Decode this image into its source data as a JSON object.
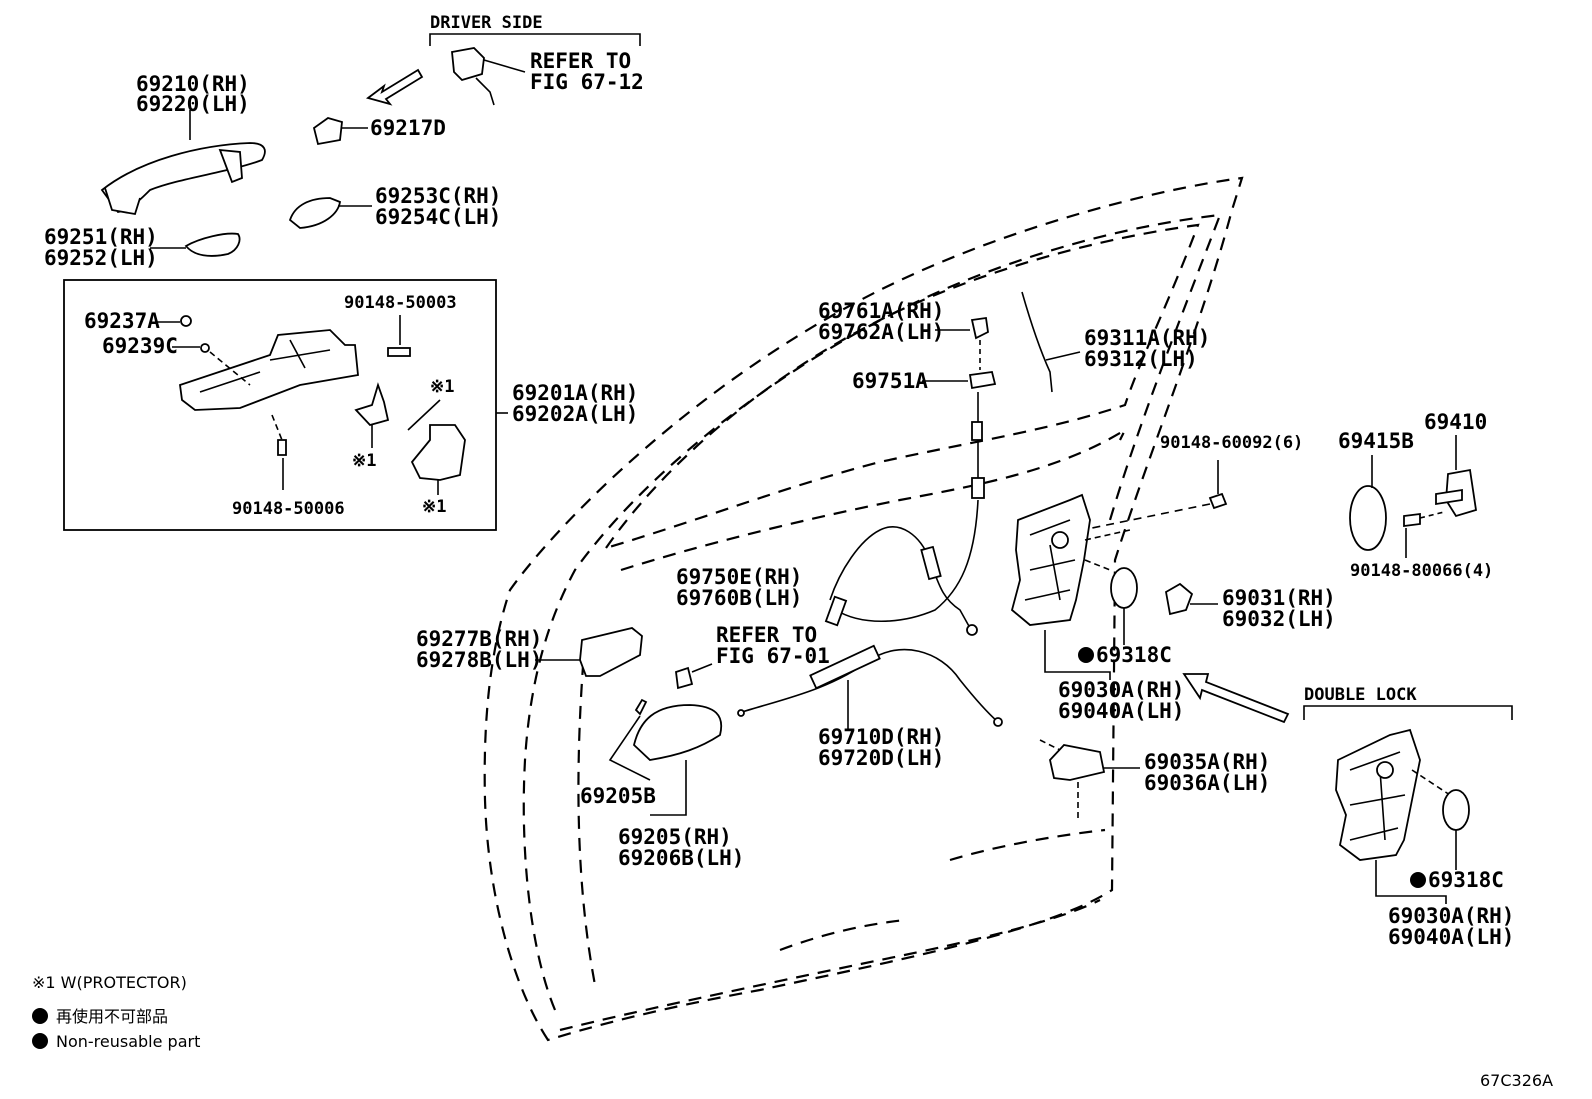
{
  "header": {
    "driver_side": "DRIVER SIDE",
    "refer_to_a": "REFER TO",
    "fig_a": "FIG 67-12",
    "refer_to_b": "REFER TO",
    "fig_b": "FIG 67-01",
    "double_lock": "DOUBLE LOCK"
  },
  "parts": {
    "p69210": "69210(RH)",
    "p69220": "69220(LH)",
    "p69217D": "69217D",
    "p69253C": "69253C(RH)",
    "p69254C": "69254C(LH)",
    "p69251": "69251(RH)",
    "p69252": "69252(LH)",
    "p69237A": "69237A",
    "p69239C": "69239C",
    "p90148_50003": "90148-50003",
    "p90148_50006": "90148-50006",
    "mark1a": "※1",
    "mark1b": "※1",
    "mark1c": "※1",
    "p69201A": "69201A(RH)",
    "p69202A": "69202A(LH)",
    "p69761A": "69761A(RH)",
    "p69762A": "69762A(LH)",
    "p69751A": "69751A",
    "p69311A": "69311A(RH)",
    "p69312": "69312(LH)",
    "p90148_60092": "90148-60092(6)",
    "p69415B": "69415B",
    "p69410": "69410",
    "p90148_80066": "90148-80066(4)",
    "p69750E": "69750E(RH)",
    "p69760B": "69760B(LH)",
    "p69031": "69031(RH)",
    "p69032": "69032(LH)",
    "p69277B": "69277B(RH)",
    "p69278B": "69278B(LH)",
    "p69318C_a": "69318C",
    "p69030A_a": "69030A(RH)",
    "p69040A_a": "69040A(LH)",
    "p69710D": "69710D(RH)",
    "p69720D": "69720D(LH)",
    "p69205B": "69205B",
    "p69205": "69205(RH)",
    "p69206B": "69206B(LH)",
    "p69035A": "69035A(RH)",
    "p69036A": "69036A(LH)",
    "p69318C_b": "69318C",
    "p69030A_b": "69030A(RH)",
    "p69040A_b": "69040A(LH)"
  },
  "legend": {
    "protector": "※1 W(PROTECTOR)",
    "non_reusable_jp": "再使用不可部品",
    "non_reusable_en": "Non-reusable part"
  },
  "figure_code": "67C326A"
}
